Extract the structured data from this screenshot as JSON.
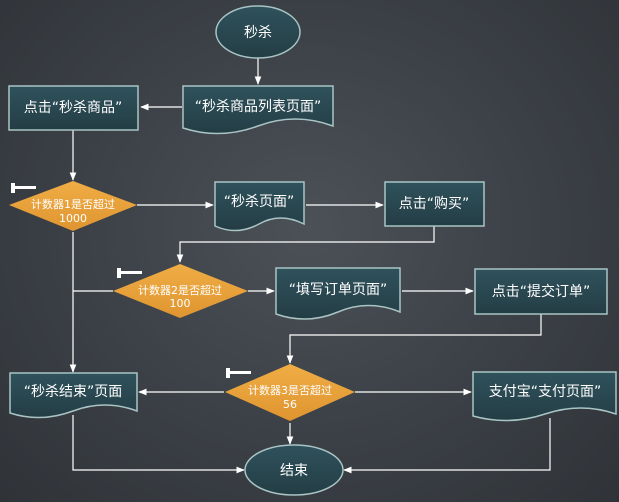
{
  "nodes": {
    "start": "秒杀",
    "list_page": "“秒杀商品列表页面”",
    "click_item": "点击“秒杀商品”",
    "seckill_page": "“秒杀页面”",
    "click_buy": "点击“购买”",
    "fill_order": "“填写订单页面”",
    "submit_order": "点击“提交订单”",
    "end_page": "“秒杀结束”页面",
    "pay_page": "支付宝“支付页面”",
    "end": "结束"
  },
  "decisions": {
    "d1": {
      "line1": "计数器1是否超过",
      "line2": "1000"
    },
    "d2": {
      "line1": "计数器2是否超过",
      "line2": "100"
    },
    "d3": {
      "line1": "计数器3是否超过",
      "line2": "56"
    }
  },
  "colors": {
    "box_fill": "#2b4750",
    "box_stroke": "#a9c4c4",
    "diamond_fill": "#e9a23b",
    "arrow": "#ffffff"
  },
  "icons": {
    "counter": "hammer-icon"
  }
}
